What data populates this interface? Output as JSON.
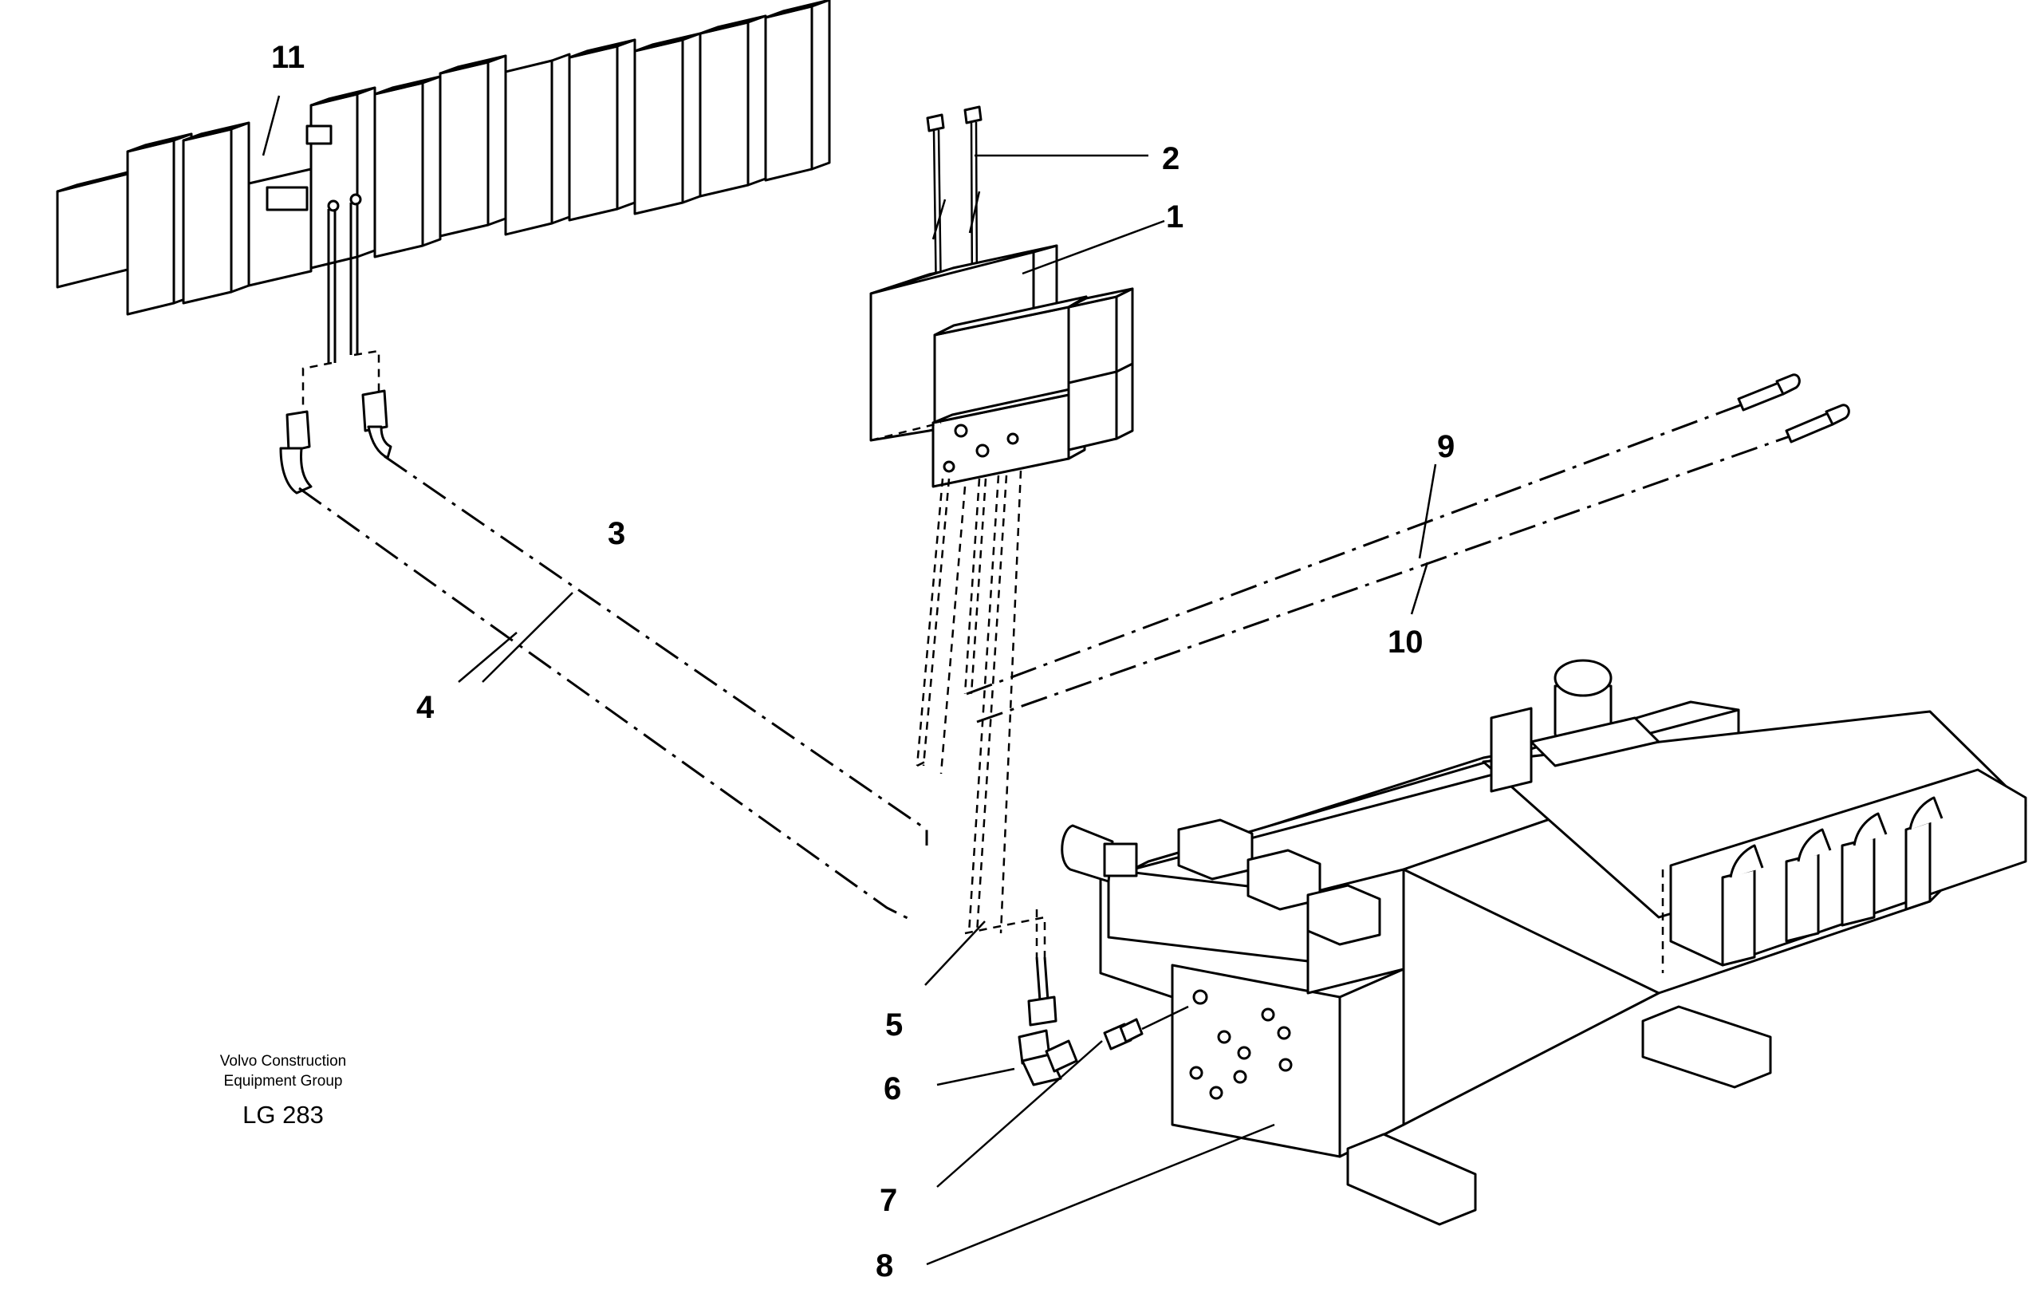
{
  "callouts": {
    "c1": "1",
    "c2": "2",
    "c3": "3",
    "c4": "4",
    "c5": "5",
    "c6": "6",
    "c7": "7",
    "c8": "8",
    "c9": "9",
    "c10": "10",
    "c11": "11"
  },
  "caption": {
    "org_line1": "Volvo Construction",
    "org_line2": "Equipment Group",
    "code": "LG 283"
  },
  "colors": {
    "line": "#000000",
    "background": "#ffffff"
  }
}
